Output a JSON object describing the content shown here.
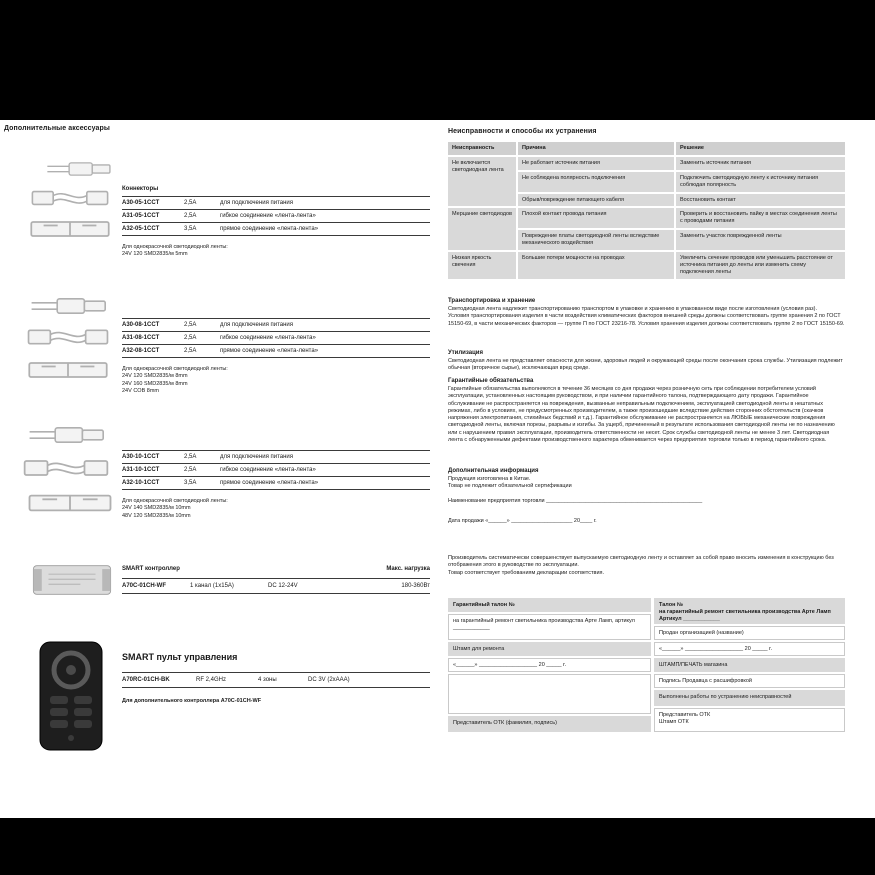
{
  "left": {
    "heading": "Дополнительные аксессуары",
    "connectors_label": "Коннекторы",
    "groups": [
      {
        "rows": [
          {
            "model": "A30-05-1CCT",
            "current": "2,5A",
            "desc": "для подключения питания"
          },
          {
            "model": "A31-05-1CCT",
            "current": "2,5A",
            "desc": "гибкое соединение «лента-лента»"
          },
          {
            "model": "A32-05-1CCT",
            "current": "3,5A",
            "desc": "прямое соединение «лента-лента»"
          }
        ],
        "note": "Для однокрасочной светодиодной ленты:\n24V 120 SMD2835/м 5mm"
      },
      {
        "rows": [
          {
            "model": "A30-08-1CCT",
            "current": "2,5A",
            "desc": "для подключения питания"
          },
          {
            "model": "A31-08-1CCT",
            "current": "2,5A",
            "desc": "гибкое соединение «лента-лента»"
          },
          {
            "model": "A32-08-1CCT",
            "current": "2,5A",
            "desc": "прямое соединение «лента-лента»"
          }
        ],
        "note": "Для однокрасочной светодиодной ленты:\n24V 120 SMD2835/м 8mm\n24V 160 SMD2835/м 8mm\n24V COB 8mm"
      },
      {
        "rows": [
          {
            "model": "A30-10-1CCT",
            "current": "2,5A",
            "desc": "для подключения питания"
          },
          {
            "model": "A31-10-1CCT",
            "current": "2,5A",
            "desc": "гибкое соединение «лента-лента»"
          },
          {
            "model": "A32-10-1CCT",
            "current": "3,5A",
            "desc": "прямое соединение «лента-лента»"
          }
        ],
        "note": "Для однокрасочной светодиодной ленты:\n24V 140 SMD2835/м 10mm\n48V 120 SMD2835/м 10mm"
      }
    ],
    "controller": {
      "label": "SMART контроллер",
      "max_load": "Макс. нагрузка",
      "model": "A70C-01CH-WF",
      "channels": "1 канал (1x15A)",
      "voltage": "DC 12-24V",
      "power": "180-360Вт"
    },
    "remote": {
      "heading": "SMART пульт управления",
      "model": "A70RC-01CH-BK",
      "rf": "RF 2,4GHz",
      "zones": "4 зоны",
      "power": "DC 3V (2xAAA)",
      "note": "Для дополнительного контроллера A70C-01CH-WF"
    }
  },
  "right": {
    "heading": "Неисправности и способы их устранения",
    "table": {
      "h_fault": "Неисправность",
      "h_cause": "Причина",
      "h_fix": "Решение",
      "fault1": "Не включается светодиодная лента",
      "fault2": "Мерцание светодиодов",
      "fault3": "Низкая яркость свечения",
      "r1c": "Не работает источник питания",
      "r1f": "Заменить источник питания",
      "r2c": "Не соблюдена полярность подключения",
      "r2f": "Подключить светодиодную ленту к источнику питания соблюдая полярность",
      "r3c": "Обрыв/повреждение питающего кабеля",
      "r3f": "Восстановить контакт",
      "r4c": "Плохой контакт провода питания",
      "r4f": "Проверить и восстановить пайку в местах соединения ленты с проводами питания",
      "r5c": "Повреждение платы светодиодной ленты вследствие механического воздействия",
      "r5f": "Заменить участок поврежденной ленты",
      "r6c": "Большие потери мощности на проводах",
      "r6f": "Увеличить сечение проводов или уменьшить расстояние от источника питания до ленты или изменить схему подключения ленты"
    },
    "sections": {
      "transport_h": "Транспортировка и хранение",
      "transport_p": "Светодиодная лента надлежит транспортированию транспортом в упаковке и хранению в упакованном виде после изготовления (условия раз).\nУсловия транспортирования изделия в части воздействия климатических факторов внешней среды должны соответствовать группе хранения 2 по ГОСТ 15150-69, в части механических факторов — группе П по ГОСТ 23216-78. Условия хранения изделия должны соответствовать группе 2 по ГОСТ 15150-69.",
      "util_h": "Утилизация",
      "util_p": "Светодиодная лента не представляет опасности для жизни, здоровья людей и окружающей среды после окончания срока службы. Утилизация подлежит обычная (вторичное сырье), исключающая вред среде.",
      "warr_h": "Гарантийные обязательства",
      "warr_p": "Гарантийные обязательства выполняются в течение 36 месяцев со дня продажи через розничную сеть при соблюдении потребителем условий эксплуатации, установленных настоящим руководством, и при наличии гарантийного талона, подтверждающего дату продажи. Гарантийное обслуживание не распространяется на повреждения, вызванные неправильным подключением, эксплуатацией светодиодной ленты в нештатных режимах, либо в условиях, не предусмотренных производителем, а также произошедшие вследствие действия сторонних обстоятельств (скачков напряжения электропитания, стихийных бедствий и т.д.). Гарантийное обслуживание не распространяется на ЛЮБЫЕ механические повреждения светодиодной ленты, включая порезы, разрывы и изгибы. За ущерб, причиненный в результате использования светодиодной ленты не по назначению или с нарушением правил эксплуатации, производитель ответственности не несет. Срок службы светодиодной ленты не менее 3 лет. Светодиодная лента с обнаруженными дефектами производственного характера обменивается через предприятия торговли только в период гарантийного срока.",
      "info_h": "Дополнительная информация",
      "info_p": "Продукция изготовлена в Китае.\nТовар не подлежит обязательной сертификации",
      "store_line": "Наименование предприятия торговли ___________________________________________________",
      "date_line": "Дата продажи   «______» ____________________ 20____ г.",
      "manuf_p": "Производитель систематически совершенствует выпускаемую светодиодную ленту и оставляет за собой право вносить изменения в конструкцию без отображения этого в руководстве по эксплуатации.\nТовар соответствует требованиям декларации соответствия."
    }
  },
  "warranty": {
    "leftcol": {
      "header": "Гарантийный талон №",
      "r2": "на гарантийный ремонт светильника производства Арте Ламп, артикул ____________",
      "r3": "Штамп для ремонта",
      "r4": "«______» ___________________ 20 _____ г.",
      "r6": "Представитель ОТК (фамилия, подпись)"
    },
    "rightcol": {
      "header": "Талон №\nна гарантийный ремонт светильника производства Арте Ламп\nАртикул ____________",
      "r2": "Продан организацией (название)",
      "r3": "«______» ___________________ 20 _____ г.",
      "r4": "ШТАМП/ПЕЧАТЬ магазина",
      "r5": "Подпись Продавца с расшифровкой",
      "r6": "Выполнены работы по устранению неисправностей",
      "r7": "Представитель ОТК\nШтамп ОТК"
    }
  }
}
